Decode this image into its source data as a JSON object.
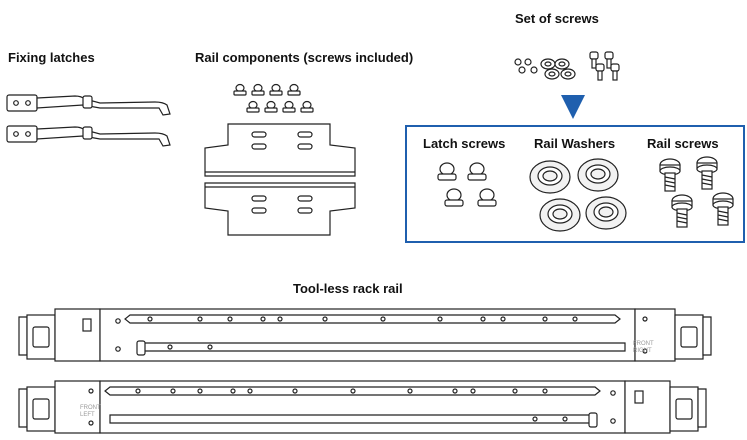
{
  "labels": {
    "fixing_latches": "Fixing latches",
    "rail_components": "Rail components (screws included)",
    "set_of_screws": "Set of screws",
    "latch_screws": "Latch screws",
    "rail_washers": "Rail Washers",
    "rail_screws": "Rail screws",
    "toolless_rack_rail": "Tool-less rack rail"
  },
  "rail_markings": {
    "top_line1": "FRONT",
    "top_line2": "RIGHT",
    "bottom_line1": "FRONT",
    "bottom_line2": "LEFT"
  },
  "colors": {
    "accent_blue": "#1f5fae",
    "line": "#222222",
    "background": "#ffffff"
  }
}
